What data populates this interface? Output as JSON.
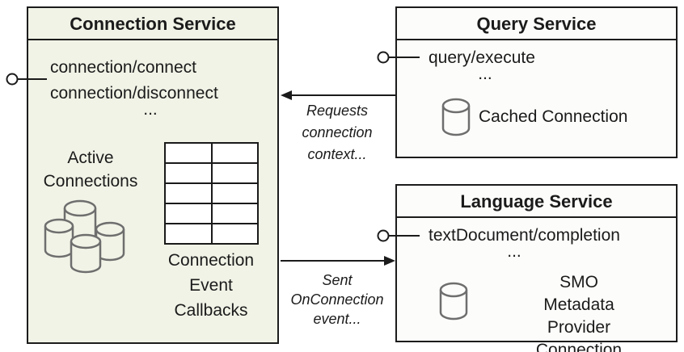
{
  "connection_service": {
    "title": "Connection Service",
    "method_1": "connection/connect",
    "method_2": "connection/disconnect",
    "ellipsis": "...",
    "active_connections_label": "Active\nConnections",
    "callbacks_label": "Connection\nEvent\nCallbacks"
  },
  "query_service": {
    "title": "Query Service",
    "method_1": "query/execute",
    "ellipsis": "...",
    "cache_label": "Cached Connection"
  },
  "language_service": {
    "title": "Language Service",
    "method_1": "textDocument/completion",
    "ellipsis": "...",
    "connection_label": "SMO Metadata\nProvider Connection"
  },
  "arrow_labels": {
    "requests": "Requests\nconnection\ncontext...",
    "sent": "Sent\nOnConnection\nevent..."
  },
  "colors": {
    "connection_box_bg": "#f0f3e6",
    "service_box_bg": "#fcfcfa",
    "border": "#1c1c1c",
    "cylinder_stroke": "#6e6e6e",
    "text": "#1b1b1b"
  }
}
